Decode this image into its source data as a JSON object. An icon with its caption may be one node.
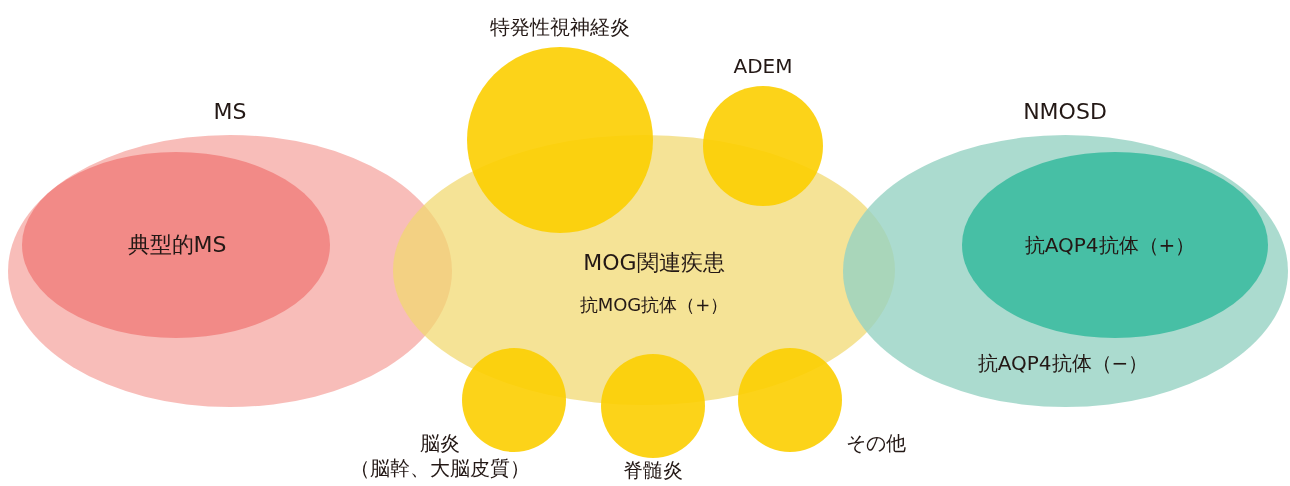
{
  "diagram": {
    "nodes": [
      {
        "text": [
          "MS"
        ]
      },
      {
        "text": [
          "典型的MS"
        ],
        "in": 0
      },
      {
        "text": [
          "MOG関連疾患",
          "抗MOG抗体（+）"
        ]
      },
      {
        "text": [
          "NMOSD",
          "抗AQP4抗体（−）"
        ]
      },
      {
        "text": [
          "抗AQP4抗体（+）"
        ],
        "in": 3
      },
      {
        "text": [
          "特発性視神経炎"
        ]
      },
      {
        "text": [
          "ADEM"
        ]
      },
      {
        "text": [
          "脳炎",
          "（脳幹、大脳皮質）"
        ]
      },
      {
        "text": [
          "脊髄炎"
        ]
      },
      {
        "text": [
          "その他"
        ]
      }
    ]
  }
}
